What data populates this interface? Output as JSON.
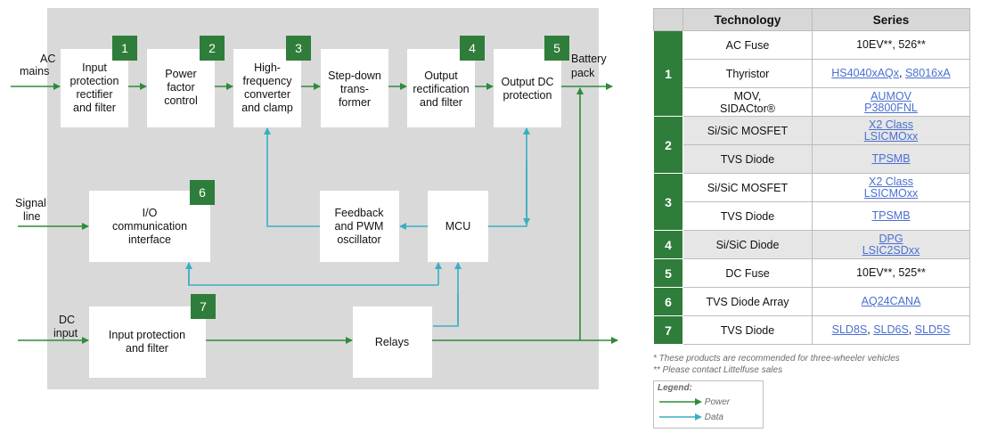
{
  "blocks": [
    {
      "id": "b1",
      "lines": [
        "Input",
        "protection",
        "rectifier",
        "and filter"
      ]
    },
    {
      "id": "b2",
      "lines": [
        "Power",
        "factor",
        "control"
      ]
    },
    {
      "id": "b3",
      "lines": [
        "High-",
        "frequency",
        "converter",
        "and clamp"
      ]
    },
    {
      "id": "b4",
      "lines": [
        "Step-down",
        "trans-",
        "former"
      ]
    },
    {
      "id": "b5",
      "lines": [
        "Output",
        "rectification",
        "and filter"
      ]
    },
    {
      "id": "b6",
      "lines": [
        "Output DC",
        "protection"
      ]
    },
    {
      "id": "b7",
      "lines": [
        "I/O",
        "communication",
        "interface"
      ]
    },
    {
      "id": "b8",
      "lines": [
        "Feedback",
        "and PWM",
        "oscillator"
      ]
    },
    {
      "id": "b9",
      "lines": [
        "MCU"
      ]
    },
    {
      "id": "b10",
      "lines": [
        "Input protection",
        "and filter"
      ]
    },
    {
      "id": "b11",
      "lines": [
        "Relays"
      ]
    }
  ],
  "badges": [
    "1",
    "2",
    "3",
    "4",
    "5",
    "6",
    "7"
  ],
  "side_labels": {
    "ac_mains": [
      "AC",
      "mains"
    ],
    "battery_pack": [
      "Battery",
      "pack"
    ],
    "signal_line": [
      "Signal",
      "line"
    ],
    "dc_input": [
      "DC",
      "input"
    ]
  },
  "table": {
    "headers": [
      "Technology",
      "Series"
    ],
    "groups": [
      {
        "num": "1",
        "rows": [
          {
            "tech": [
              "AC Fuse"
            ],
            "series": [
              {
                "text": "10EV**, 526**",
                "link": false
              }
            ]
          },
          {
            "tech": [
              "Thyristor"
            ],
            "series": [
              {
                "text": "HS4040xAQx",
                "link": true
              },
              {
                "text": ", ",
                "link": false
              },
              {
                "text": "S8016xA",
                "link": true
              }
            ]
          },
          {
            "tech": [
              "MOV,",
              "SIDACtor®"
            ],
            "series": [
              {
                "text": "AUMOV",
                "link": true,
                "br": true
              },
              {
                "text": "P3800FNL",
                "link": true
              }
            ]
          }
        ]
      },
      {
        "num": "2",
        "rows": [
          {
            "tech": [
              "Si/SiC MOSFET"
            ],
            "series": [
              {
                "text": "X2 Class",
                "link": true,
                "br": true
              },
              {
                "text": "LSICMOxx",
                "link": true
              }
            ]
          },
          {
            "tech": [
              "TVS Diode"
            ],
            "series": [
              {
                "text": "TPSMB",
                "link": true
              }
            ]
          }
        ]
      },
      {
        "num": "3",
        "rows": [
          {
            "tech": [
              "Si/SiC MOSFET"
            ],
            "series": [
              {
                "text": "X2 Class",
                "link": true,
                "br": true
              },
              {
                "text": "LSICMOxx",
                "link": true
              }
            ]
          },
          {
            "tech": [
              "TVS Diode"
            ],
            "series": [
              {
                "text": "TPSMB",
                "link": true
              }
            ]
          }
        ]
      },
      {
        "num": "4",
        "rows": [
          {
            "tech": [
              "Si/SiC Diode"
            ],
            "series": [
              {
                "text": "DPG",
                "link": true,
                "br": true
              },
              {
                "text": "LSIC2SDxx",
                "link": true
              }
            ]
          }
        ]
      },
      {
        "num": "5",
        "rows": [
          {
            "tech": [
              "DC Fuse"
            ],
            "series": [
              {
                "text": "10EV**, 525**",
                "link": false
              }
            ]
          }
        ]
      },
      {
        "num": "6",
        "rows": [
          {
            "tech": [
              "TVS Diode Array"
            ],
            "series": [
              {
                "text": "AQ24CANA",
                "link": true
              }
            ]
          }
        ]
      },
      {
        "num": "7",
        "rows": [
          {
            "tech": [
              "TVS Diode"
            ],
            "series": [
              {
                "text": "SLD8S",
                "link": true
              },
              {
                "text": ", ",
                "link": false
              },
              {
                "text": "SLD6S",
                "link": true
              },
              {
                "text": ", ",
                "link": false
              },
              {
                "text": "SLD5S",
                "link": true
              }
            ]
          }
        ]
      }
    ]
  },
  "notes": [
    "* These products are recommended for three-wheeler vehicles",
    "** Please contact Littelfuse sales"
  ],
  "legend": {
    "title": "Legend:",
    "power": "Power",
    "data": "Data"
  },
  "colors": {
    "background_panel": "#d9d9d9",
    "badge_green": "#2e7d3a",
    "power_arrow": "#2e8b3a",
    "data_arrow": "#3aafc2",
    "link_blue": "#4a6fd1"
  }
}
